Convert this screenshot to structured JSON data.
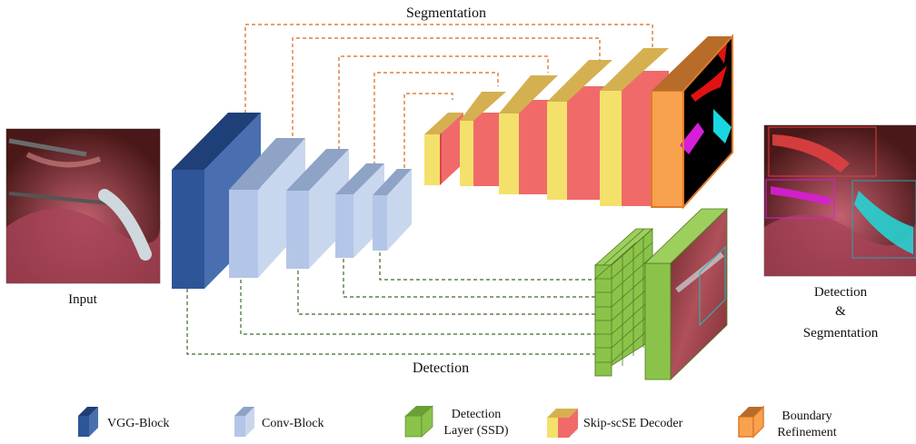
{
  "labels": {
    "segmentation": "Segmentation",
    "detection": "Detection",
    "input": "Input",
    "output_line1": "Detection",
    "output_line2": "&",
    "output_line3": "Segmentation"
  },
  "legend": [
    {
      "label": "VGG-Block",
      "icon": "vgg-block-icon"
    },
    {
      "label": "Conv-Block",
      "icon": "conv-block-icon"
    },
    {
      "label_line1": "Detection",
      "label_line2": "Layer (SSD)",
      "icon": "detection-layer-icon"
    },
    {
      "label": "Skip-scSE Decoder",
      "icon": "decoder-block-icon"
    },
    {
      "label_line1": "Boundary",
      "label_line2": "Refinement",
      "icon": "boundary-refinement-icon"
    }
  ],
  "colors": {
    "vgg_front": "#2e5597",
    "vgg_side": "#4a6fb0",
    "vgg_top": "#1f3f78",
    "conv_front": "#b4c6e7",
    "conv_side": "#c9d7ee",
    "conv_top": "#8ea3c6",
    "dec_front": "#f4e16b",
    "dec_side": "#f06a6a",
    "dec_top": "#d4b050",
    "det_front": "#8bc34a",
    "det_top": "#6a9e36",
    "ref_front": "#f8a24e",
    "ref_side": "#e07a2a",
    "ref_top": "#b86c2a",
    "seg_line": "#d2691e",
    "det_line": "#3d6b2a"
  }
}
